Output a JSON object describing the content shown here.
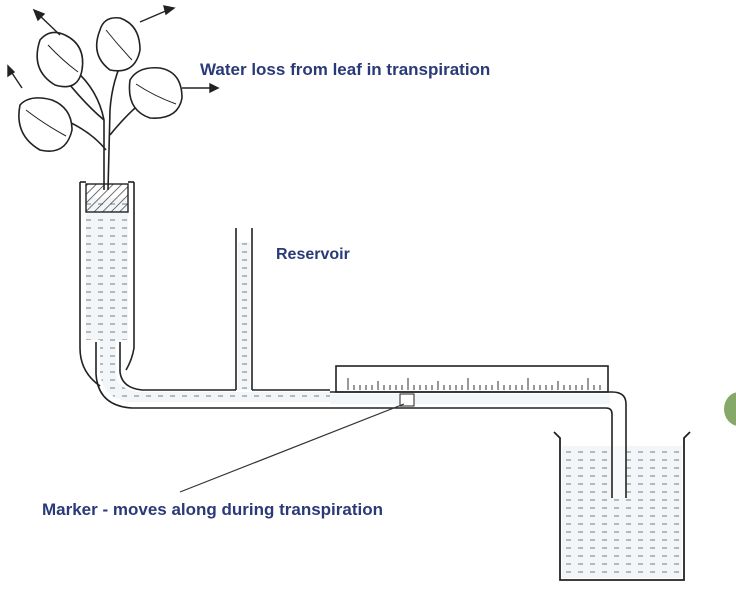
{
  "labels": {
    "water_loss": "Water loss from leaf in transpiration",
    "reservoir": "Reservoir",
    "marker": "Marker - moves along during transpiration"
  },
  "colors": {
    "label_text": "#2a3a78",
    "line": "#222222",
    "water_fill": "#eef2f6",
    "accent_dot": "#86a869"
  }
}
